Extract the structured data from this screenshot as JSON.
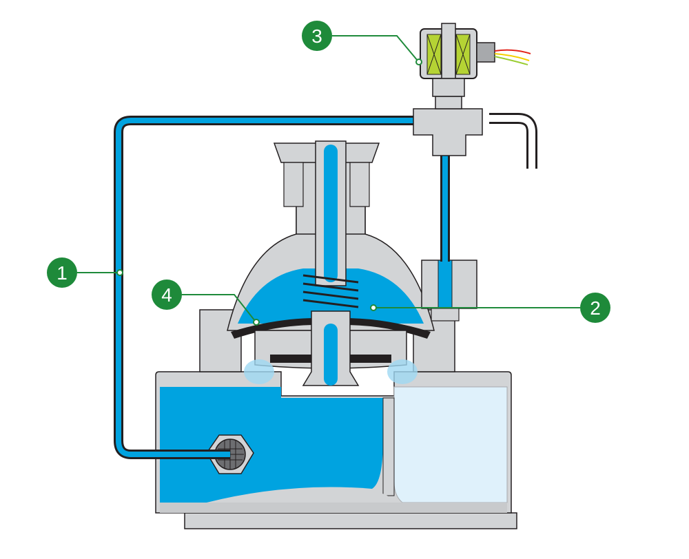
{
  "callouts": [
    {
      "label": "1"
    },
    {
      "label": "2"
    },
    {
      "label": "3"
    },
    {
      "label": "4"
    }
  ],
  "colors": {
    "water": "#00a3e0",
    "water_light": "#dff1fb",
    "body_gray": "#d2d4d6",
    "body_gray_dark": "#a7a9ac",
    "outline": "#231f20",
    "callout_green": "#1e8a3a",
    "leader_green": "#1e8a3a",
    "coil_green": "#9acd32"
  }
}
